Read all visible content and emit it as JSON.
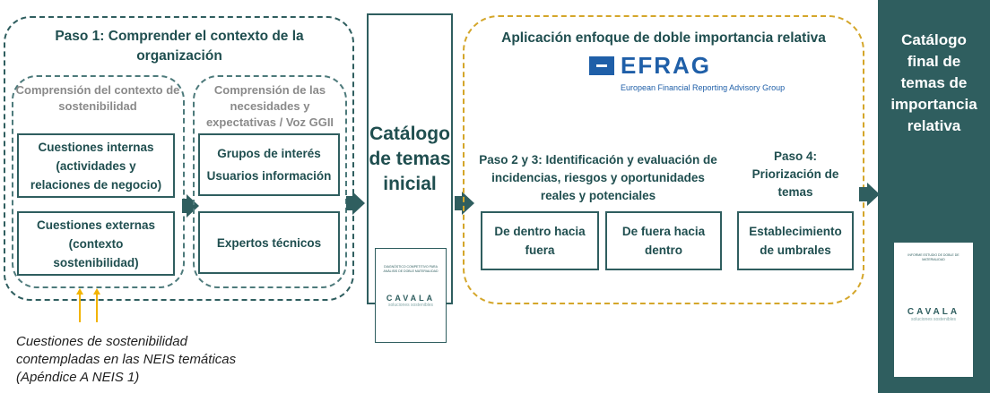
{
  "step1": {
    "title_line1": "Paso 1: Comprender el contexto de la",
    "title_line2": "organización",
    "left": {
      "subtitle_line1": "Comprensión del contexto de",
      "subtitle_line2": "sostenibilidad",
      "box1": [
        "Cuestiones internas",
        "(actividades y",
        "relaciones de negocio)"
      ],
      "box2": [
        "Cuestiones externas",
        "(contexto",
        "sostenibilidad)"
      ]
    },
    "right": {
      "subtitle_line1": "Comprensión de las",
      "subtitle_line2": "necesidades y",
      "subtitle_line3": "expectativas / Voz GGII",
      "box1": [
        "Grupos de interés",
        "Usuarios información"
      ],
      "box2": [
        "Expertos técnicos"
      ]
    }
  },
  "catalog_initial": {
    "title": [
      "Catálogo",
      "de temas",
      "inicial"
    ],
    "doc_header": "DIAGNÓSTICO COMPETITIVO PARA ANÁLISIS DE DOBLE MATERIALIDAD",
    "doc_logo": "CAVALA",
    "doc_sub": "soluciones sostenibles"
  },
  "double_materiality": {
    "title": "Aplicación enfoque de doble importancia relativa",
    "efrag_name": "EFRAG",
    "efrag_full": "European Financial Reporting Advisory Group",
    "step23": [
      "Paso 2 y 3: Identificación y evaluación de",
      "incidencias, riesgos y oportunidades",
      "reales y potenciales"
    ],
    "box_inside_out": [
      "De dentro hacia",
      "fuera"
    ],
    "box_outside_in": [
      "De fuera hacia",
      "dentro"
    ],
    "step4": [
      "Paso 4:",
      "Priorización de",
      "temas"
    ],
    "box_thresholds": [
      "Establecimiento",
      "de umbrales"
    ]
  },
  "catalog_final": {
    "title": [
      "Catálogo",
      "final de",
      "temas de",
      "importancia",
      "relativa"
    ],
    "doc_header": "INFORME ESTUDIO DE DOBLE DE MATERIALIDAD",
    "doc_logo": "CAVALA",
    "doc_sub": "soluciones sostenibles"
  },
  "note": {
    "line1": "Cuestiones de sostenibilidad",
    "line2": "contempladas en las NEIS temáticas",
    "line3": "(Apéndice A NEIS 1)"
  },
  "colors": {
    "primary": "#2f5e5f",
    "gold": "#d4a62a",
    "yellow": "#f2b400",
    "efrag_blue": "#1f5fa8"
  }
}
